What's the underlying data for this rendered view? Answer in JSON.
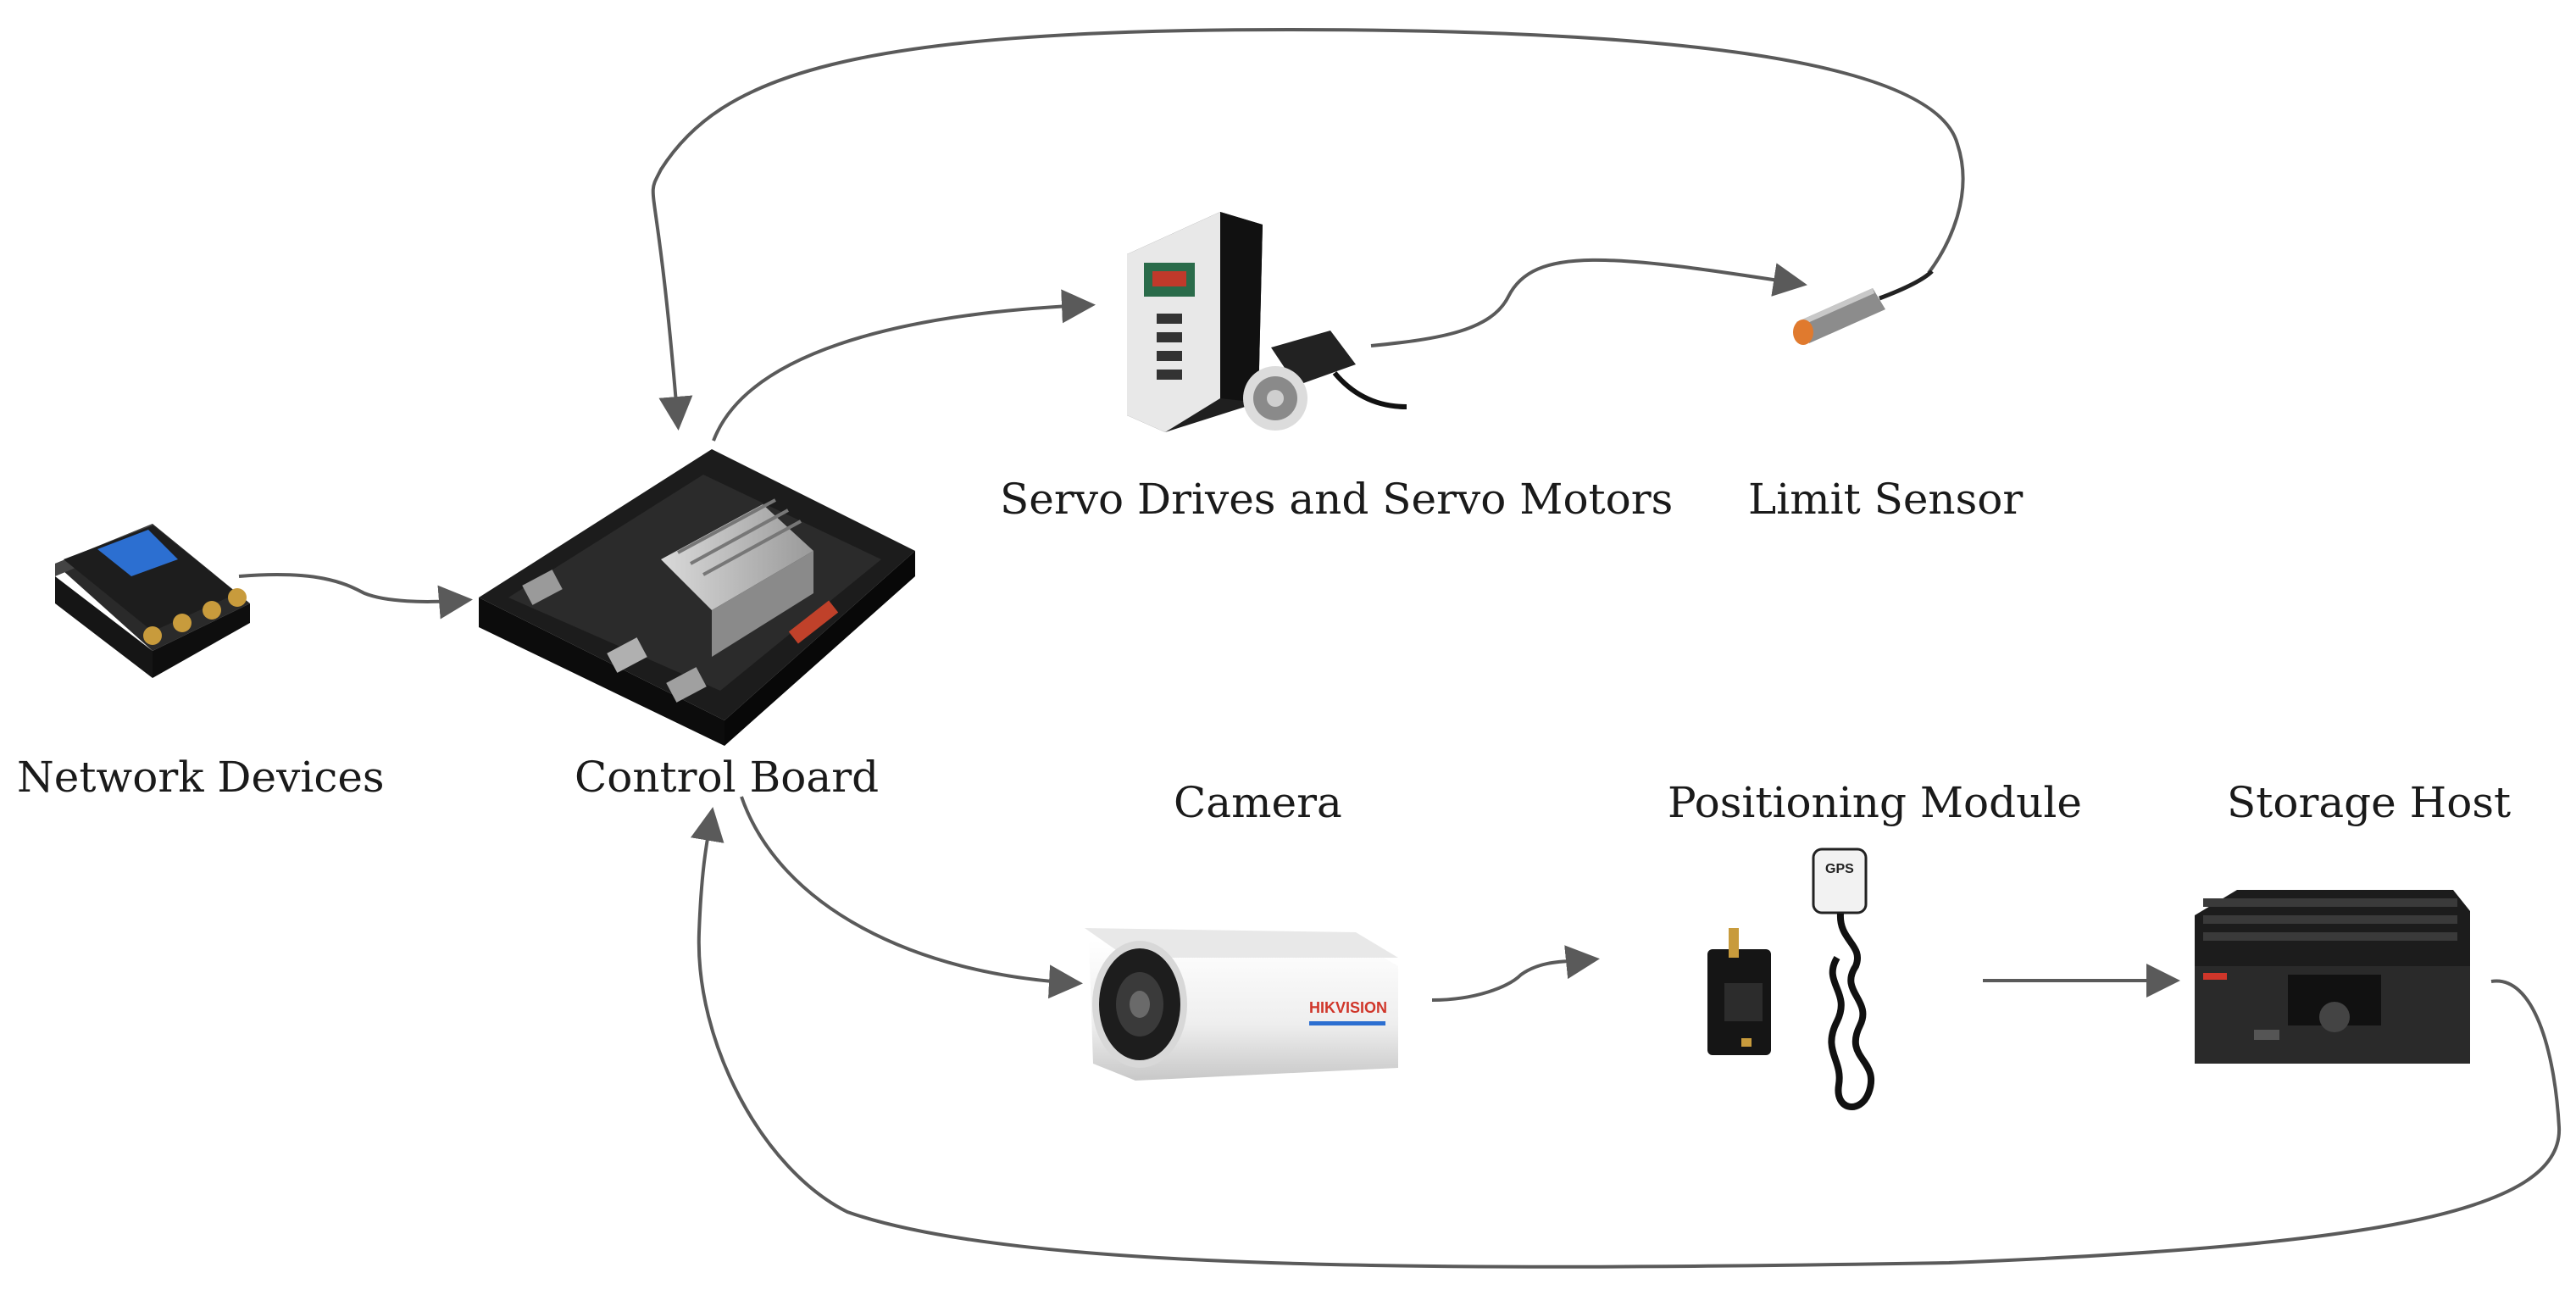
{
  "labels": {
    "network_devices": "Network Devices",
    "control_board": "Control Board",
    "servo": "Servo Drives and Servo Motors",
    "limit_sensor": "Limit Sensor",
    "camera": "Camera",
    "positioning_module": "Positioning Module",
    "storage_host": "Storage Host"
  },
  "device_markings": {
    "camera_brand": "HIKVISION",
    "gps_antenna": "GPS"
  },
  "colors": {
    "arrow": "#5a5a5a",
    "label_text": "#1a1a1a",
    "router_blue": "#2c6fd1",
    "sensor_orange": "#e07a2e"
  },
  "connections": [
    {
      "from": "network-devices",
      "to": "control-board"
    },
    {
      "from": "control-board",
      "to": "servo"
    },
    {
      "from": "servo",
      "to": "limit-sensor"
    },
    {
      "from": "limit-sensor",
      "to": "control-board"
    },
    {
      "from": "control-board",
      "to": "camera"
    },
    {
      "from": "camera",
      "to": "positioning-module"
    },
    {
      "from": "positioning-module",
      "to": "storage-host"
    },
    {
      "from": "storage-host",
      "to": "control-board"
    }
  ]
}
